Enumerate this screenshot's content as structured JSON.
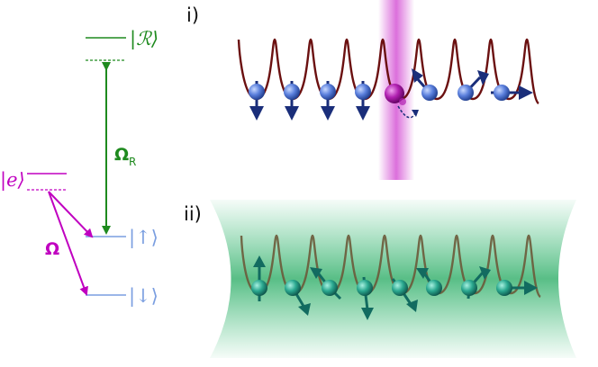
{
  "levels": {
    "rydberg": "|ℛ⟩",
    "excited": "|e⟩",
    "up": "|↑⟩",
    "down": "|↓⟩"
  },
  "couplings": {
    "omega_r_main": "Ω",
    "omega_r_sub": "R",
    "omega": "Ω"
  },
  "panels": {
    "panel_i": "i)",
    "panel_ii": "ii)"
  },
  "colors": {
    "rydberg_green": "#1e8a1e",
    "laser_magenta": "#c000c0",
    "spin_blue": "#7a9ee0",
    "lattice_red": "#6b1010",
    "cavity_green": "#33b36b",
    "atom_blue": "#3f63c9",
    "atom_teal": "#1f9a8a"
  }
}
